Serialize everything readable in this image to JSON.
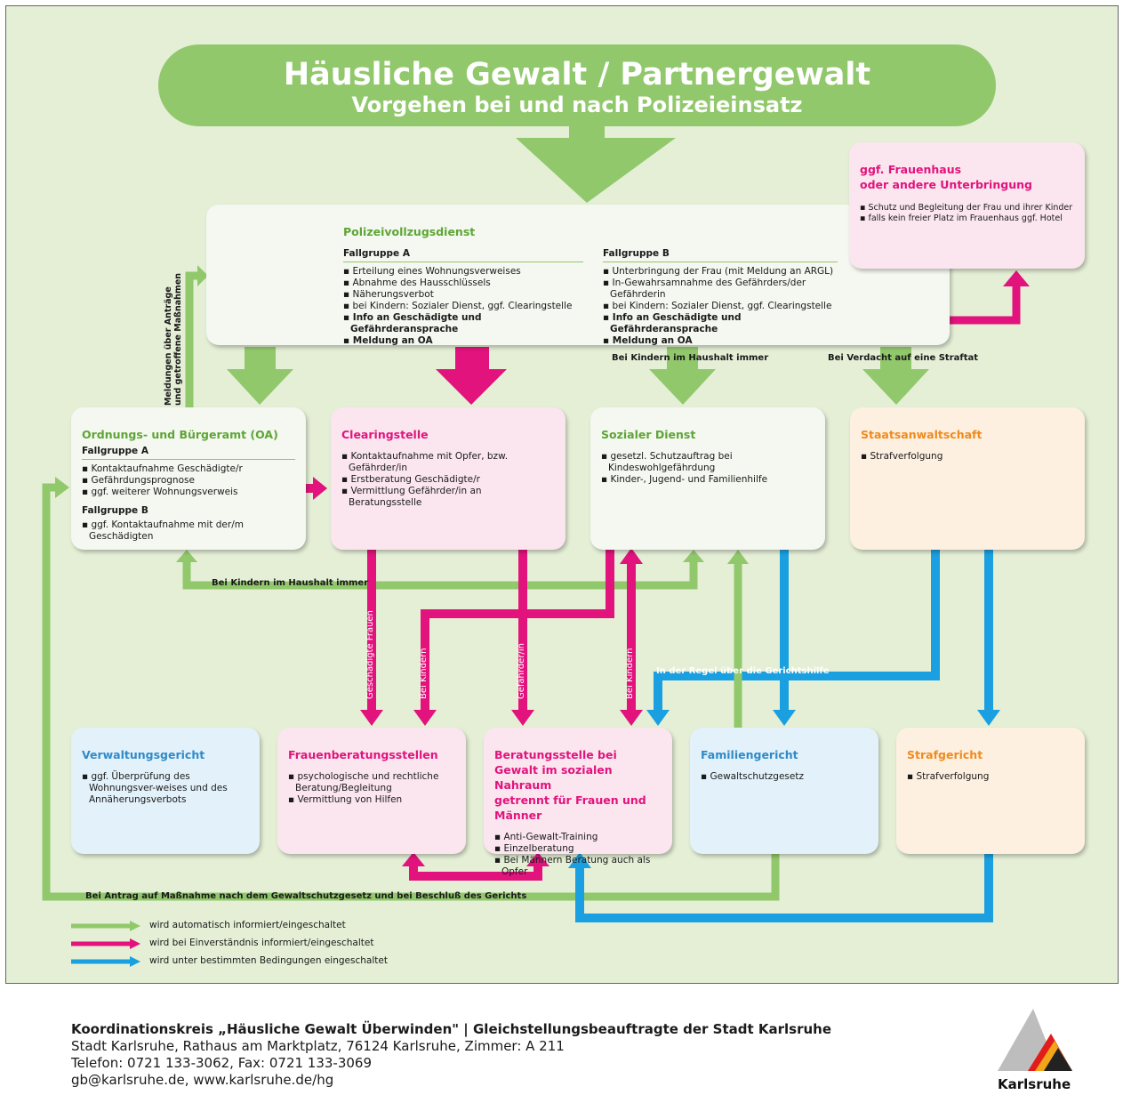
{
  "header": {
    "title": "Häusliche Gewalt / Partnergewalt",
    "subtitle": "Vorgehen bei und nach Polizeieinsatz"
  },
  "colors": {
    "green": "#92c86c",
    "magenta": "#e2137c",
    "blue": "#1aa0e0",
    "background": "#e4efd6"
  },
  "boxes": {
    "polizei": {
      "title": "Polizeivollzugsdienst",
      "group_a": "Fallgruppe A",
      "items_a": [
        "Erteilung eines Wohnungsverweises",
        "Abnahme des Hausschlüssels",
        "Näherungsverbot",
        "bei Kindern: Sozialer Dienst, ggf. Clearingstelle",
        "Info an Geschädigte und Gefährderansprache",
        "Meldung an OA"
      ],
      "group_b": "Fallgruppe B",
      "items_b": [
        "Unterbringung der Frau (mit Meldung an ARGL)",
        "In-Gewahrsamnahme des Gefährders/der Gefährderin",
        "bei Kindern: Sozialer Dienst, ggf. Clearingstelle",
        "Info an Geschädigte und Gefährderansprache",
        "Meldung an OA"
      ]
    },
    "frauenhaus": {
      "title_line1": "ggf. Frauenhaus",
      "title_line2": "oder andere Unterbringung",
      "items": [
        "Schutz und Begleitung der Frau und ihrer Kinder",
        "falls kein freier Platz im Frauenhaus ggf. Hotel"
      ]
    },
    "ordnungsamt": {
      "title": "Ordnungs- und Bürgeramt (OA)",
      "group_a": "Fallgruppe A",
      "items_a": [
        "Kontaktaufnahme Geschädigte/r",
        "Gefährdungsprognose",
        "ggf. weiterer Wohnungsverweis"
      ],
      "group_b": "Fallgruppe B",
      "items_b": [
        "ggf. Kontaktaufnahme mit der/m Geschädigten"
      ]
    },
    "clearingstelle": {
      "title": "Clearingstelle",
      "items": [
        "Kontaktaufnahme mit Opfer, bzw. Gefährder/in",
        "Erstberatung Geschädigte/r",
        "Vermittlung Gefährder/in an Beratungsstelle"
      ]
    },
    "sozialer_dienst": {
      "title": "Sozialer Dienst",
      "items": [
        "gesetzl. Schutzauftrag bei Kindeswohlgefährdung",
        "Kinder-, Jugend- und Familienhilfe"
      ]
    },
    "staatsanwaltschaft": {
      "title": "Staatsanwaltschaft",
      "items": [
        "Strafverfolgung"
      ]
    },
    "verwaltungsgericht": {
      "title": "Verwaltungsgericht",
      "items": [
        "ggf. Überprüfung des Wohnungsver-weises und des Annäherungsverbots"
      ]
    },
    "frauenberatung": {
      "title": "Frauenberatungsstellen",
      "items": [
        "psychologische und rechtliche Beratung/Begleitung",
        "Vermittlung von Hilfen"
      ]
    },
    "beratungsstelle": {
      "title_line1": "Beratungsstelle bei",
      "title_line2": "Gewalt im sozialen Nahraum",
      "title_line3": "getrennt für Frauen und Männer",
      "items": [
        "Anti-Gewalt-Training",
        "Einzelberatung",
        "Bei Männern Beratung auch als Opfer"
      ]
    },
    "familiengericht": {
      "title": "Familiengericht",
      "items": [
        "Gewaltschutzgesetz"
      ]
    },
    "strafgericht": {
      "title": "Strafgericht",
      "items": [
        "Strafverfolgung"
      ]
    }
  },
  "arrow_labels": {
    "meldungen": "Meldungen über Anträge",
    "meldungen2": "und getroffene Maßnahmen",
    "kinder_haushalt_top": "Bei Kindern im Haushalt immer",
    "verdacht_straftat": "Bei Verdacht auf eine Straftat",
    "kinder_haushalt_bottom": "Bei Kindern im Haushalt immer",
    "geschaedigte_frauen": "Geschädigte Frauen",
    "bei_kindern_1": "Bei Kindern",
    "gefaehrder": "Gefährder/in",
    "bei_kindern_2": "Bei Kindern",
    "gerichtshilfe": "In der Regel über die Gerichtshilfe",
    "antrag_massnahme": "Bei Antrag auf Maßnahme nach dem Gewaltschutzgesetz und bei Beschluß des Gerichts"
  },
  "legend": [
    {
      "color": "green",
      "text": "wird automatisch informiert/eingeschaltet"
    },
    {
      "color": "magenta",
      "text": "wird bei Einverständnis informiert/eingeschaltet"
    },
    {
      "color": "blue",
      "text": "wird unter bestimmten Bedingungen eingeschaltet"
    }
  ],
  "footer": {
    "line1": "Koordinationskreis „Häusliche Gewalt Überwinden\" | Gleichstellungsbeauftragte der Stadt Karlsruhe",
    "line2": "Stadt Karlsruhe, Rathaus am Marktplatz, 76124 Karlsruhe, Zimmer: A 211",
    "line3": "Telefon: 0721 133-3062, Fax: 0721 133-3069",
    "line4": "gb@karlsruhe.de, www.karlsruhe.de/hg"
  },
  "logo": {
    "name": "Karlsruhe"
  }
}
